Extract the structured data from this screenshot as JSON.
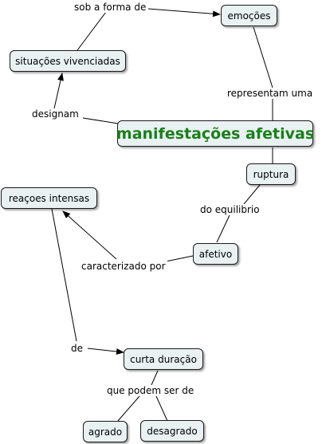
{
  "concepts": {
    "emocoes": "emoções",
    "situacoes": "situações vivenciadas",
    "manifestacoes": "manifestações afetivas",
    "ruptura": "ruptura",
    "reacoes": "reaçoes intensas",
    "afetivo": "afetivo",
    "curta": "curta duração",
    "agrado": "agrado",
    "desagrado": "desagrado"
  },
  "links": {
    "sob_forma": "sob a forma de",
    "representam": "representam  uma",
    "designam": "designam",
    "equilibrio": "do equilibrio",
    "caracterizado": "caracterizado por",
    "de": "de",
    "podem_ser": "que podem ser de"
  },
  "colors": {
    "node_fill": "#e9f1f2",
    "node_border": "#1a1a1a",
    "main_text": "#1a7f1a",
    "line": "#000000"
  }
}
